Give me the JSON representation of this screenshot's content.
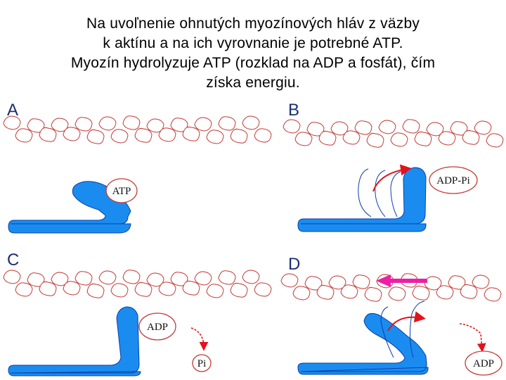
{
  "title_lines": [
    "Na uvoľnenie ohnutých myozínových hláv z väzby",
    "k aktínu a na ich vyrovnanie je potrebné ATP.",
    "Myozín hydrolyzuje ATP (rozklad na ADP a fosfát), čím",
    "získa energiu."
  ],
  "panels": {
    "a": {
      "label": "A",
      "molecule": "ATP"
    },
    "b": {
      "label": "B",
      "molecule": "ADP-Pi"
    },
    "c": {
      "label": "C",
      "molecule_1": "ADP",
      "molecule_2": "Pi"
    },
    "d": {
      "label": "D",
      "molecule": "ADP"
    }
  },
  "colors": {
    "myosin": "#1a8cf0",
    "myosin_outline": "#0b3fa8",
    "actin_outline": "#c23a36",
    "arrow_red": "#e0141a",
    "arrow_magenta": "#ee1fa6",
    "panel_label": "#1a2f6e"
  }
}
